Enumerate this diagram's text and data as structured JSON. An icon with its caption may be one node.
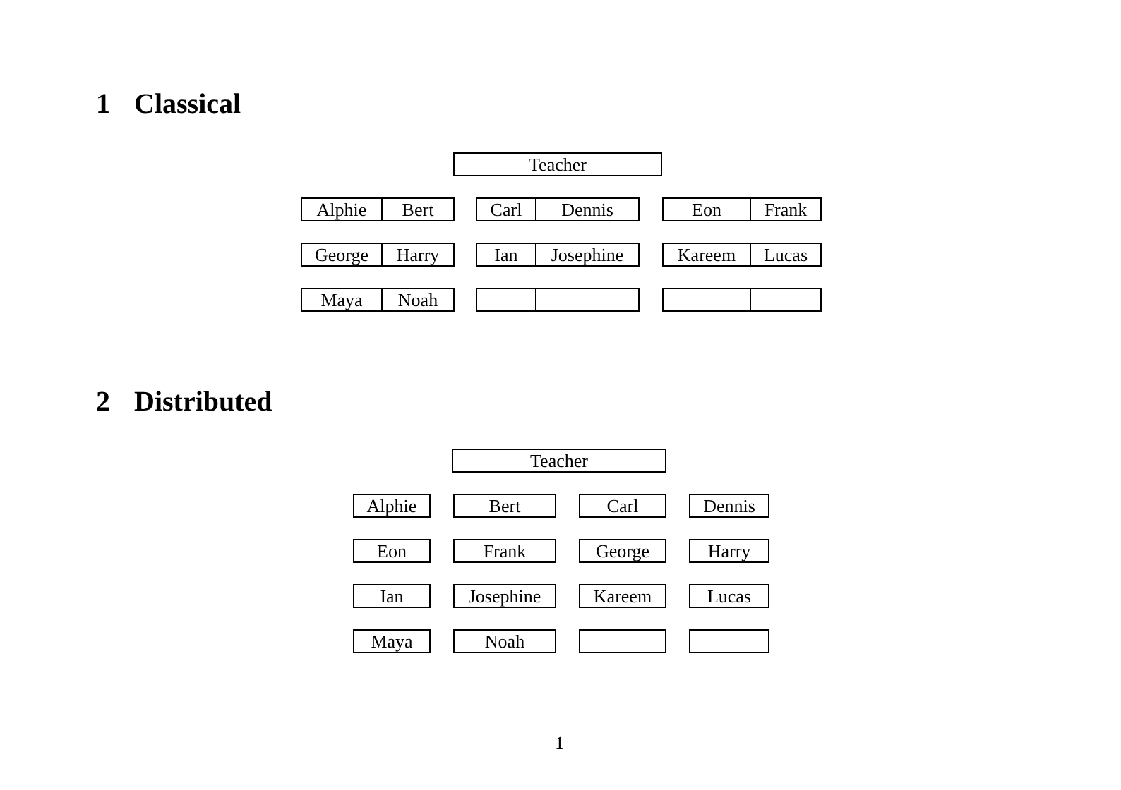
{
  "diagram": {
    "nodes": [
      {
        "text": [
          "Teacher"
        ]
      },
      {
        "text": [
          "Alphie"
        ]
      },
      {
        "text": [
          "Bert"
        ]
      },
      {
        "text": [
          "Carl"
        ]
      },
      {
        "text": [
          "Dennis"
        ]
      },
      {
        "text": [
          "Eon"
        ]
      },
      {
        "text": [
          "Frank"
        ]
      },
      {
        "text": [
          "George"
        ]
      },
      {
        "text": [
          "Harry"
        ]
      },
      {
        "text": [
          "Ian"
        ]
      },
      {
        "text": [
          "Josephine"
        ]
      },
      {
        "text": [
          "Kareem"
        ]
      },
      {
        "text": [
          "Lucas"
        ]
      },
      {
        "text": [
          "Maya"
        ]
      },
      {
        "text": [
          "Noah"
        ]
      },
      {
        "text": [],
        "shape": "box"
      },
      {
        "text": [],
        "shape": "box"
      },
      {
        "text": [],
        "shape": "box"
      },
      {
        "text": [],
        "shape": "box"
      },
      {
        "text": [
          "Teacher"
        ]
      },
      {
        "text": [
          "Alphie"
        ]
      },
      {
        "text": [
          "Bert"
        ]
      },
      {
        "text": [
          "Carl"
        ]
      },
      {
        "text": [
          "Dennis"
        ]
      },
      {
        "text": [
          "Eon"
        ]
      },
      {
        "text": [
          "Frank"
        ]
      },
      {
        "text": [
          "George"
        ]
      },
      {
        "text": [
          "Harry"
        ]
      },
      {
        "text": [
          "Ian"
        ]
      },
      {
        "text": [
          "Josephine"
        ]
      },
      {
        "text": [
          "Kareem"
        ]
      },
      {
        "text": [
          "Lucas"
        ]
      },
      {
        "text": [
          "Maya"
        ]
      },
      {
        "text": [
          "Noah"
        ]
      },
      {
        "text": [],
        "shape": "box"
      },
      {
        "text": [],
        "shape": "box"
      }
    ],
    "labels": [
      "1 Classical",
      "2 Distributed",
      "1"
    ]
  }
}
